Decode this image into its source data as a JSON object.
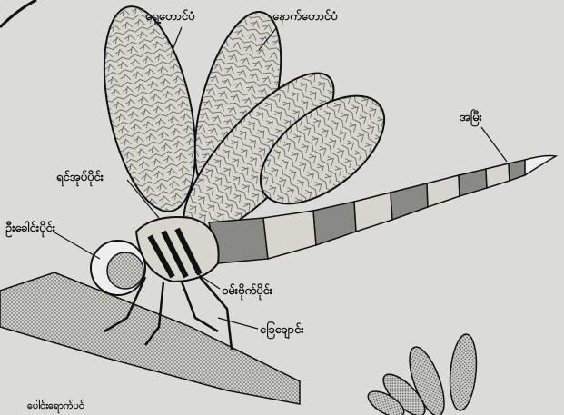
{
  "labels": {
    "front_wing": "ရှေ့တောင်ပံ",
    "hind_wing": "နောက်တောင်ပံ",
    "tail": "အမြီး",
    "thorax": "ရင်အုပ်ပိုင်း",
    "head": "ဦးခေါင်းပိုင်း",
    "abdomen": "ဝမ်းဗိုက်ပိုင်း",
    "legs": "ခြေချောင်း",
    "bottom_partial": "ပေါင်းရောက်ပင်"
  },
  "colors": {
    "paper": "#dcdcd6",
    "ink": "#111111",
    "wing_fill": "#c9c9c2",
    "shade": "#8a8a84",
    "branch": "#b5b5ae"
  }
}
